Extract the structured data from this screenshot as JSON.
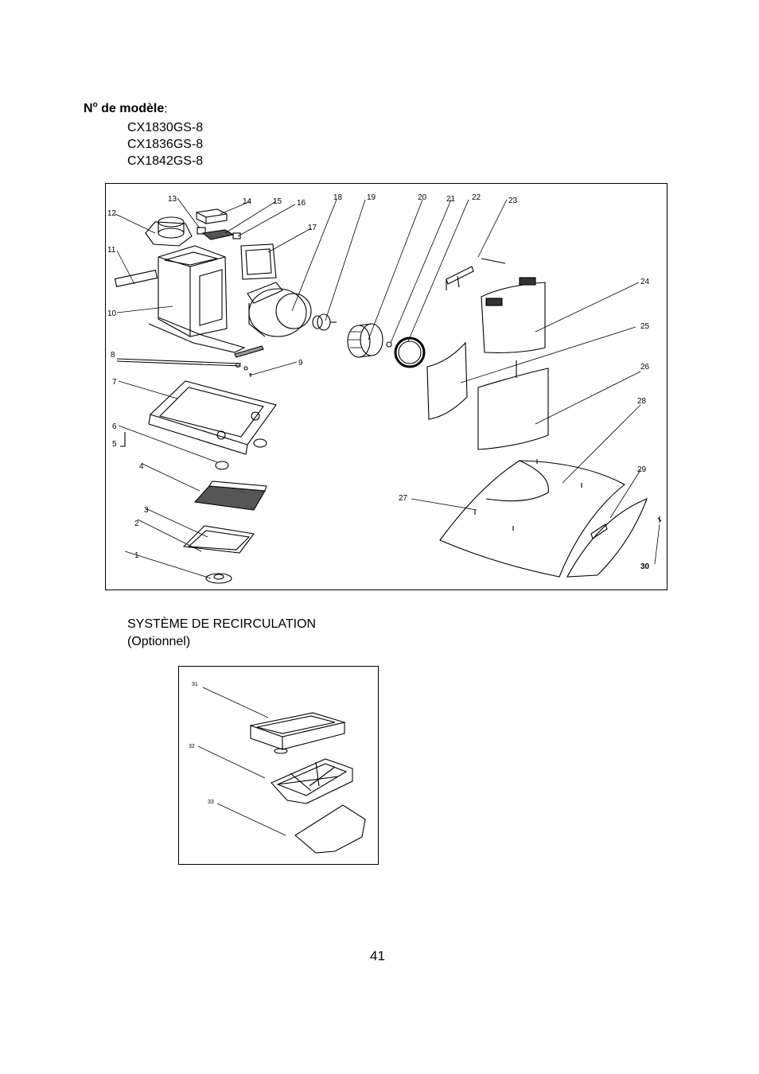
{
  "header": {
    "model_label": "N",
    "model_label_sup": "o",
    "model_label_rest": " de modèle",
    "model_label_colon": ":",
    "models": [
      "CX1830GS-8",
      "CX1836GS-8",
      "CX1842GS-8"
    ]
  },
  "diagram": {
    "part_numbers": [
      "1",
      "2",
      "3",
      "4",
      "5",
      "6",
      "7",
      "8",
      "9",
      "10",
      "11",
      "12",
      "13",
      "14",
      "15",
      "16",
      "17",
      "18",
      "19",
      "20",
      "21",
      "22",
      "23",
      "24",
      "25",
      "26",
      "27",
      "28",
      "29",
      "30"
    ]
  },
  "recirculation": {
    "title": "SYSTÈME DE RECIRCULATION",
    "subtitle": "(Optionnel)",
    "part_numbers": [
      "31",
      "32",
      "33"
    ]
  },
  "footer": {
    "page_number": "41"
  }
}
